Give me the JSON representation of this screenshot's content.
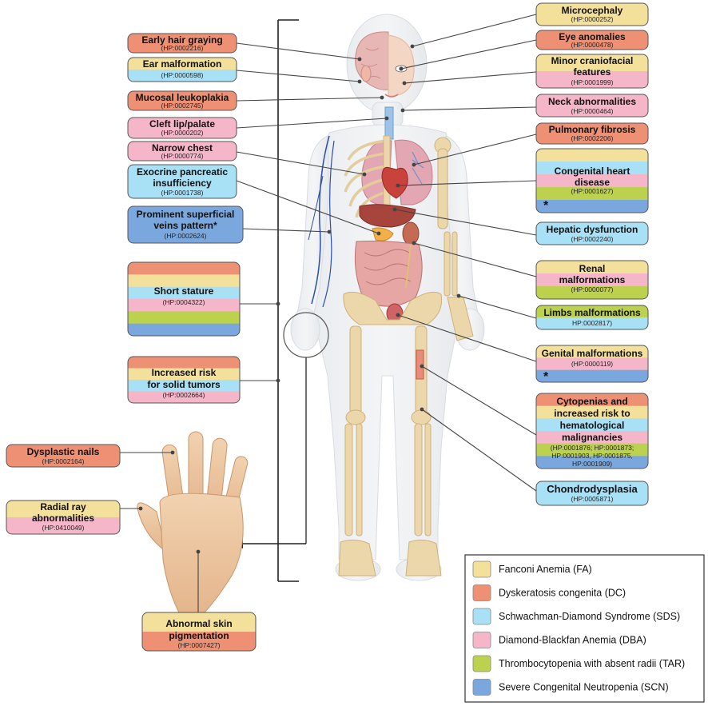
{
  "colors": {
    "FA": "#f2e09b",
    "DC": "#ee9074",
    "SDS": "#a8e0f6",
    "DBA": "#f6b6c9",
    "TAR": "#bcd14e",
    "SCN": "#7aa8de"
  },
  "legend": [
    {
      "key": "FA",
      "label": "Fanconi Anemia (FA)"
    },
    {
      "key": "DC",
      "label": "Dyskeratosis congenita (DC)"
    },
    {
      "key": "SDS",
      "label": "Schwachman-Diamond Syndrome (SDS)"
    },
    {
      "key": "DBA",
      "label": "Diamond-Blackfan Anemia (DBA)"
    },
    {
      "key": "TAR",
      "label": "Thrombocytopenia with absent radii (TAR)"
    },
    {
      "key": "SCN",
      "label": "Severe Congenital Neutropenia (SCN)"
    }
  ],
  "boxes": [
    {
      "id": "early-hair-graying",
      "lines": [
        "Early hair graying"
      ],
      "hp": [
        "(HP:0002216)"
      ]
    },
    {
      "id": "ear-malformation",
      "lines": [
        "Ear malformation"
      ],
      "hp": [
        "(HP:0000598)"
      ]
    },
    {
      "id": "mucosal-leukoplakia",
      "lines": [
        "Mucosal leukoplakia"
      ],
      "hp": [
        "(HP:0002745)"
      ]
    },
    {
      "id": "cleft-lip-palate",
      "lines": [
        "Cleft lip/palate"
      ],
      "hp": [
        "(HP:0000202)"
      ]
    },
    {
      "id": "narrow-chest",
      "lines": [
        "Narrow chest"
      ],
      "hp": [
        "(HP:0000774)"
      ]
    },
    {
      "id": "exocrine-pancreatic-insufficiency",
      "lines": [
        "Exocrine pancreatic",
        "insufficiency"
      ],
      "hp": [
        "(HP:0001738)"
      ]
    },
    {
      "id": "prominent-superficial-veins",
      "lines": [
        "Prominent superficial",
        "veins pattern*"
      ],
      "hp": [
        "(HP:0002624)"
      ]
    },
    {
      "id": "short-stature",
      "lines": [
        "Short stature"
      ],
      "hp": [
        "(HP:0004322)"
      ]
    },
    {
      "id": "increased-risk-solid-tumors",
      "lines": [
        "Increased risk",
        "for solid tumors"
      ],
      "hp": [
        "(HP:0002664)"
      ]
    },
    {
      "id": "dysplastic-nails",
      "lines": [
        "Dysplastic nails"
      ],
      "hp": [
        "(HP:0002164)"
      ]
    },
    {
      "id": "radial-ray-abnormalities",
      "lines": [
        "Radial ray",
        "abnormalities"
      ],
      "hp": [
        "(HP:0410049)"
      ]
    },
    {
      "id": "abnormal-skin-pigmentation",
      "lines": [
        "Abnormal skin",
        "pigmentation"
      ],
      "hp": [
        "(HP:0007427)"
      ]
    },
    {
      "id": "microcephaly",
      "lines": [
        "Microcephaly"
      ],
      "hp": [
        "(HP:0000252)"
      ]
    },
    {
      "id": "eye-anomalies",
      "lines": [
        "Eye anomalies"
      ],
      "hp": [
        "(HP:0000478)"
      ]
    },
    {
      "id": "minor-craniofacial-features",
      "lines": [
        "Minor craniofacial",
        "features"
      ],
      "hp": [
        "(HP:0001999)"
      ]
    },
    {
      "id": "neck-abnormalities",
      "lines": [
        "Neck abnormalities"
      ],
      "hp": [
        "(HP:0000464)"
      ]
    },
    {
      "id": "pulmonary-fibrosis",
      "lines": [
        "Pulmonary fibrosis"
      ],
      "hp": [
        "(HP:0002206)"
      ]
    },
    {
      "id": "congenital-heart-disease",
      "lines": [
        "Congenital heart",
        "disease"
      ],
      "hp": [
        "(HP:0001627)"
      ],
      "note": "*"
    },
    {
      "id": "hepatic-dysfunction",
      "lines": [
        "Hepatic dysfunction"
      ],
      "hp": [
        "(HP:0002240)"
      ]
    },
    {
      "id": "renal-malformations",
      "lines": [
        "Renal",
        "malformations"
      ],
      "hp": [
        "(HP:0000077)"
      ]
    },
    {
      "id": "limbs-malformations",
      "lines": [
        "Limbs malformations"
      ],
      "hp": [
        "HP:0002817)"
      ]
    },
    {
      "id": "genital-malformations",
      "lines": [
        "Genital malformations"
      ],
      "hp": [
        "(HP:0000119)"
      ],
      "note": "*"
    },
    {
      "id": "cytopenias-hematological",
      "lines": [
        "Cytopenias and",
        "increased risk to",
        "hematological",
        "malignancies"
      ],
      "hp": [
        "(HP:0001876; HP:0001873;",
        "HP:0001903, HP:0001875,",
        "HP:0001909)"
      ]
    },
    {
      "id": "chondrodysplasia",
      "lines": [
        "Chondrodysplasia"
      ],
      "hp": [
        "(HP:0005871)"
      ]
    }
  ]
}
